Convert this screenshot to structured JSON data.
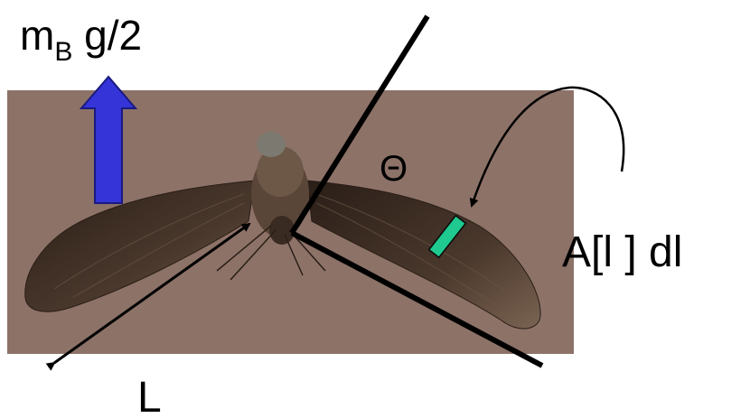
{
  "labels": {
    "weight_main": "m",
    "weight_sub": "B",
    "weight_rest": " g/2",
    "angle": "Θ",
    "element": "A[l ] dl",
    "length": "L"
  },
  "colors": {
    "background": "#ffffff",
    "photo_bg": "#8d7268",
    "arrow_fill": "#3434d8",
    "element_fill": "#1fc98f",
    "wing": "#3a2b22",
    "body": "#5a4638"
  },
  "icons": {
    "force_arrow": "up-arrow-icon",
    "moth": "moth-photo"
  }
}
